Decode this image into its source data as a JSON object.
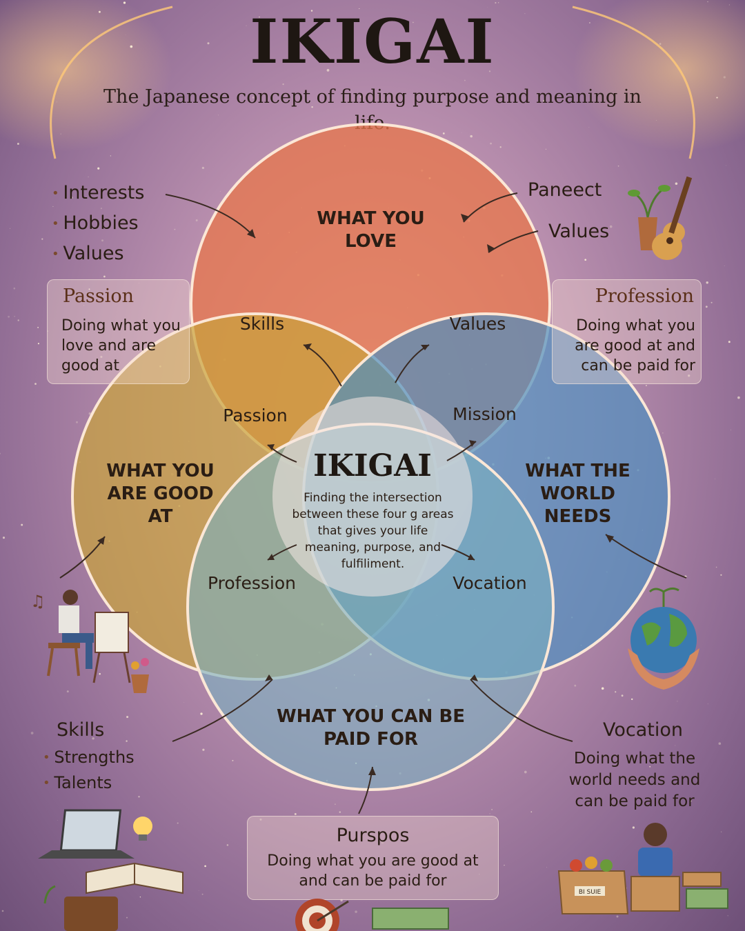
{
  "header": {
    "title": "IKIGAI",
    "subtitle": "The Japanese concept of finding purpose and meaning in life."
  },
  "circles": {
    "love": "WHAT YOU LOVE",
    "good_at": "WHAT YOU ARE GOOD AT",
    "world_needs": "WHAT THE WORLD NEEDS",
    "paid_for": "WHAT YOU CAN BE PAID FOR"
  },
  "intersections": {
    "skills": "Skills",
    "values": "Values",
    "passion": "Passion",
    "mission": "Mission",
    "profession": "Profession",
    "vocation": "Vocation"
  },
  "center": {
    "title": "IKIGAI",
    "description": "Finding the intersection between these four g areas that gives your life meaning, purpose, and fulfiliment."
  },
  "top_left_list": [
    "Interests",
    "Hobbies",
    "Values"
  ],
  "top_right": {
    "item1": "Paneect",
    "item2": "Values"
  },
  "passion_card": {
    "title": "Passion",
    "text": "Doing what you love and are good at"
  },
  "profession_card": {
    "title": "Profession",
    "text": "Doing what you are good at and can be paid for"
  },
  "skills_list": {
    "title": "Skills",
    "items": [
      "Strengths",
      "Talents"
    ]
  },
  "vocation_card": {
    "title": "Vocation",
    "text": "Doing what the world needs and can be paid for"
  },
  "purpose_card": {
    "title": "Purspos",
    "text": "Doing what you are good at and can be paid for"
  },
  "illustrations": {
    "box_label": "BI SUIE"
  },
  "colors": {
    "love": "#e8764a",
    "good_at": "#c9a23a",
    "world_needs": "#4f8fbf",
    "paid_for": "#6fa2b5",
    "title": "#1e1712"
  }
}
